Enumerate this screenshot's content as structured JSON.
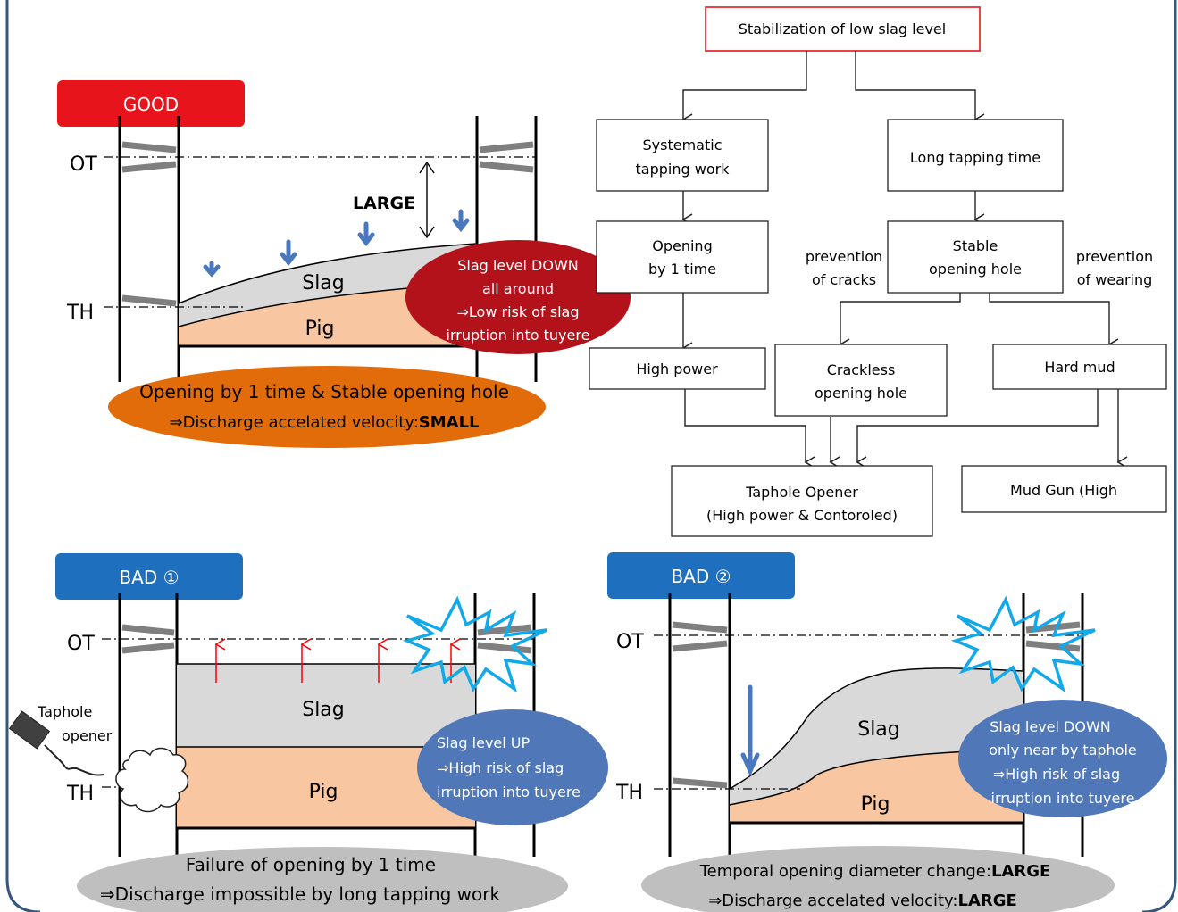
{
  "colors": {
    "frame": "#35577a",
    "good_badge": "#e8141b",
    "bad_badge": "#1f6fbf",
    "slag": "#d9d9d9",
    "pig": "#f8c7a2",
    "good_bubble": "#b3121b",
    "bad_bubble": "#5078b8",
    "orange_ellipse": "#e36c0a",
    "gray_ellipse": "#bfbfbf",
    "arrow_blue": "#4a78bf",
    "arrow_red": "#ff0000",
    "burst": "#13a9e8"
  },
  "good": {
    "badge": "GOOD",
    "ot": "OT",
    "th": "TH",
    "gap": "LARGE",
    "slag": "Slag",
    "pig": "Pig",
    "bubble": [
      "Slag level DOWN",
      "all around",
      "⇒Low risk of slag",
      "irruption  into tuyere"
    ],
    "summary1": "Opening by 1 time & Stable opening hole",
    "summary2_prefix": "⇒Discharge accelated velocity:",
    "summary2_bold": "SMALL"
  },
  "bad1": {
    "badge": "BAD ①",
    "ot": "OT",
    "th": "TH",
    "slag": "Slag",
    "pig": "Pig",
    "opener": [
      "Taphole",
      "opener"
    ],
    "bubble": [
      "Slag level UP",
      "⇒High risk of slag",
      "irruption into tuyere"
    ],
    "summary1": "Failure of opening by 1 time",
    "summary2": "⇒Discharge impossible by long tapping  work"
  },
  "bad2": {
    "badge": "BAD ②",
    "ot": "OT",
    "th": "TH",
    "slag": "Slag",
    "pig": "Pig",
    "bubble": [
      "Slag level DOWN",
      "only near by taphole",
      "⇒High risk of slag",
      "irruption into tuyere"
    ],
    "summary1_prefix": "Temporal opening diameter change:",
    "summary1_bold": "LARGE",
    "summary2_prefix": "⇒Discharge accelated velocity:",
    "summary2_bold": "LARGE"
  },
  "flow": {
    "root": "Stabilization of low slag level",
    "systematic": [
      "Systematic",
      "tapping work"
    ],
    "long_tapping": "Long tapping time",
    "opening": [
      "Opening",
      "by 1 time"
    ],
    "stable": [
      "Stable",
      "opening hole"
    ],
    "prev_cracks": [
      "prevention",
      "of cracks"
    ],
    "prev_wearing": [
      "prevention",
      "of wearing"
    ],
    "high_power": "High power",
    "crackless": [
      "Crackless",
      "opening hole"
    ],
    "hard_mud": "Hard mud",
    "taphole_opener": [
      "Taphole Opener",
      "(High power & Contoroled)"
    ],
    "mud_gun": "Mud Gun (High"
  }
}
